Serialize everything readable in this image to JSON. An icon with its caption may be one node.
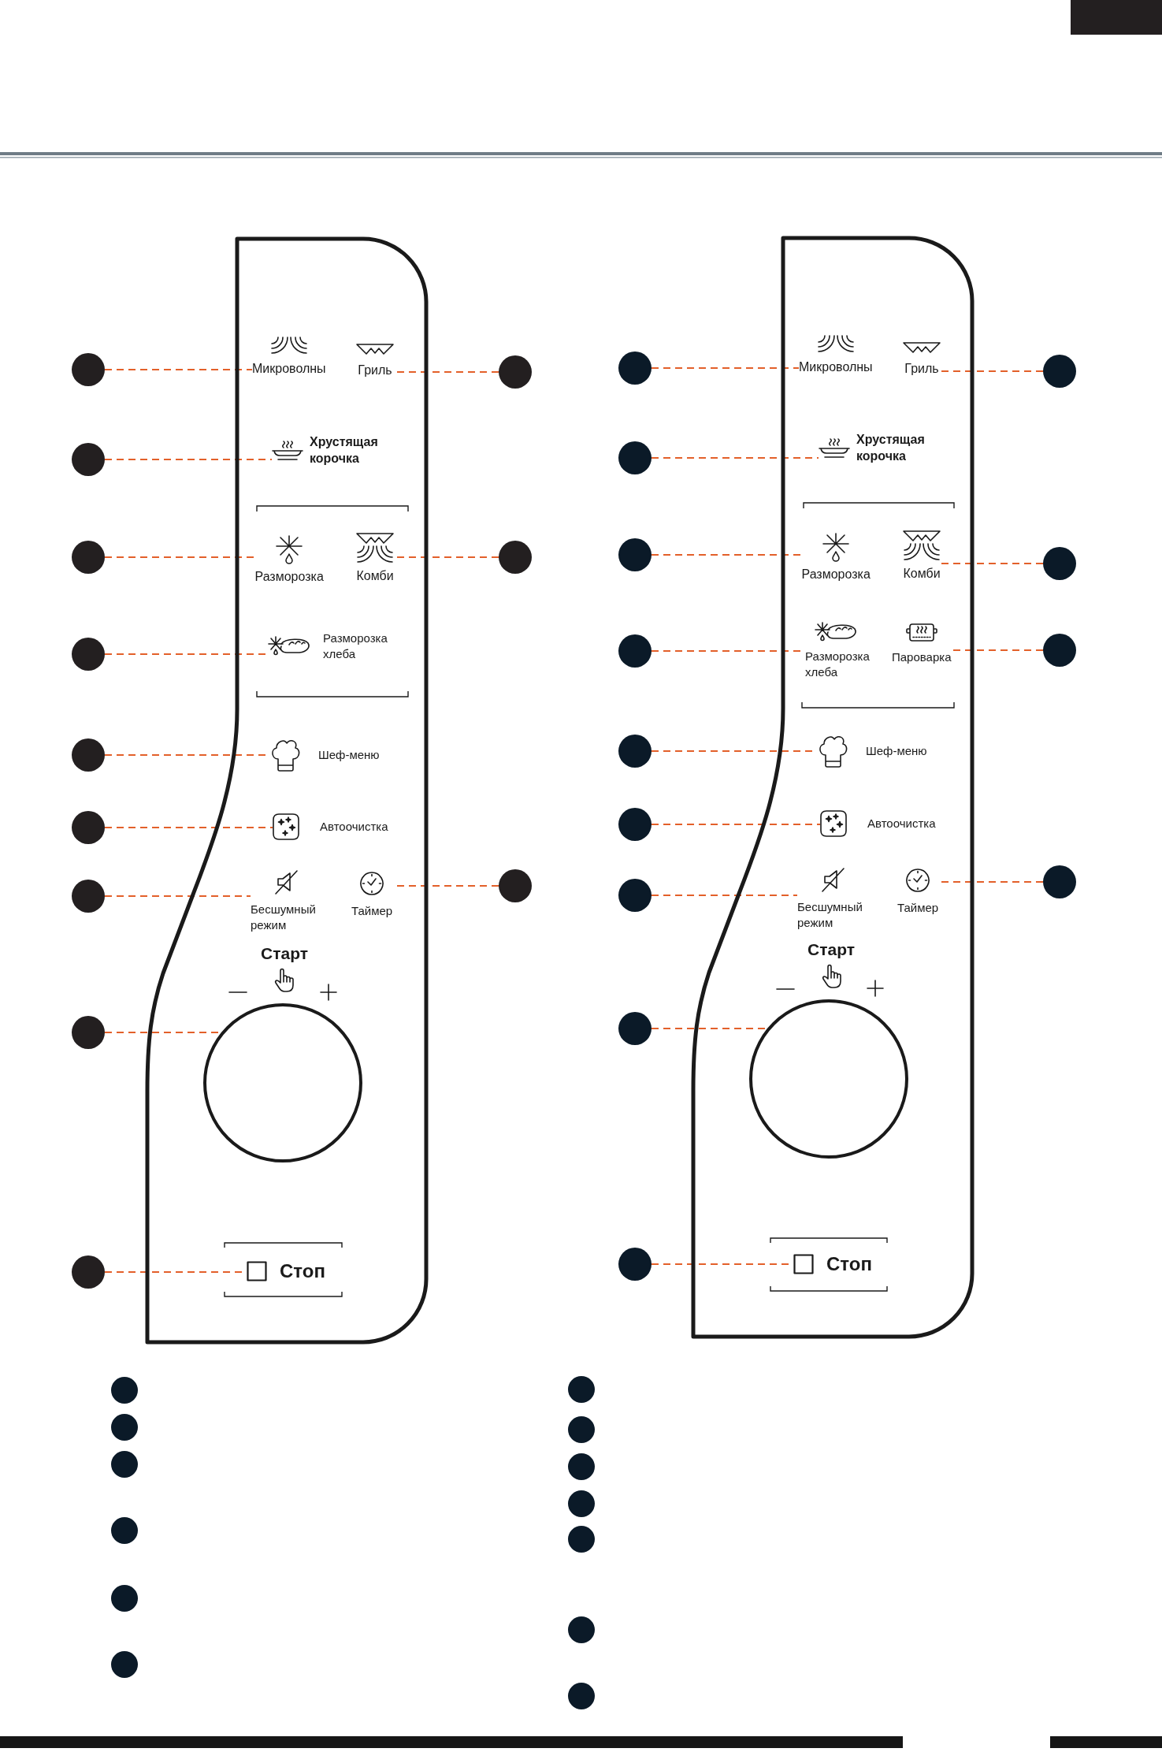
{
  "diagram": {
    "nodes": [
      {
        "text": [],
        "shape": "box"
      },
      {
        "text": [
          "Микроволны"
        ],
        "in": 0
      },
      {
        "text": [
          "Гриль"
        ],
        "in": 0
      },
      {
        "text": [
          "Хрустящая корочка"
        ],
        "in": 0
      },
      {
        "text": [
          "Разморозка"
        ],
        "in": 0
      },
      {
        "text": [
          "Комби"
        ],
        "in": 0
      },
      {
        "text": [
          "Разморозка хлеба"
        ],
        "in": 0
      },
      {
        "text": [
          "Шеф-меню"
        ],
        "in": 0
      },
      {
        "text": [
          "Автоочистка"
        ],
        "in": 0
      },
      {
        "text": [
          "Бесшумный режим"
        ],
        "in": 0
      },
      {
        "text": [
          "Таймер"
        ],
        "in": 0
      },
      {
        "text": [],
        "shape": "circle",
        "in": 0
      },
      {
        "text": [
          "Стоп"
        ],
        "in": 0
      },
      {
        "text": [],
        "shape": "circle"
      },
      {
        "text": [],
        "shape": "circle"
      },
      {
        "text": [],
        "shape": "circle"
      },
      {
        "text": [],
        "shape": "circle"
      },
      {
        "text": [],
        "shape": "circle"
      },
      {
        "text": [],
        "shape": "circle"
      },
      {
        "text": [],
        "shape": "circle"
      },
      {
        "text": [],
        "shape": "circle"
      },
      {
        "text": [],
        "shape": "circle"
      },
      {
        "text": [],
        "shape": "circle"
      },
      {
        "text": [],
        "shape": "circle"
      },
      {
        "text": [],
        "shape": "circle"
      },
      {
        "text": [],
        "shape": "box"
      },
      {
        "text": [
          "Микроволны"
        ],
        "in": 25
      },
      {
        "text": [
          "Гриль"
        ],
        "in": 25
      },
      {
        "text": [
          "Хрустящая корочка"
        ],
        "in": 25
      },
      {
        "text": [
          "Разморозка"
        ],
        "in": 25
      },
      {
        "text": [
          "Комби"
        ],
        "in": 25
      },
      {
        "text": [
          "Разморозка хлеба"
        ],
        "in": 25
      },
      {
        "text": [
          "Пароварка"
        ],
        "in": 25
      },
      {
        "text": [
          "Шеф-меню"
        ],
        "in": 25
      },
      {
        "text": [
          "Автоочистка"
        ],
        "in": 25
      },
      {
        "text": [
          "Бесшумный режим"
        ],
        "in": 25
      },
      {
        "text": [
          "Таймер"
        ],
        "in": 25
      },
      {
        "text": [],
        "shape": "circle",
        "in": 25
      },
      {
        "text": [
          "Стоп"
        ],
        "in": 25
      },
      {
        "text": [],
        "shape": "circle"
      },
      {
        "text": [],
        "shape": "circle"
      },
      {
        "text": [],
        "shape": "circle"
      },
      {
        "text": [],
        "shape": "circle"
      },
      {
        "text": [],
        "shape": "circle"
      },
      {
        "text": [],
        "shape": "circle"
      },
      {
        "text": [],
        "shape": "circle"
      },
      {
        "text": [],
        "shape": "circle"
      },
      {
        "text": [],
        "shape": "circle"
      },
      {
        "text": [],
        "shape": "circle"
      },
      {
        "text": [],
        "shape": "circle"
      },
      {
        "text": [],
        "shape": "circle"
      },
      {
        "text": [],
        "shape": "circle"
      },
      {
        "text": [],
        "shape": "circle"
      },
      {
        "text": [],
        "shape": "circle"
      },
      {
        "text": [],
        "shape": "circle"
      },
      {
        "text": [],
        "shape": "circle"
      },
      {
        "text": [],
        "shape": "circle"
      },
      {
        "text": [],
        "shape": "circle"
      },
      {
        "text": [],
        "shape": "circle"
      },
      {
        "text": [],
        "shape": "circle"
      },
      {
        "text": [],
        "shape": "circle"
      },
      {
        "text": [],
        "shape": "circle"
      },
      {
        "text": [],
        "shape": "circle"
      },
      {
        "text": [],
        "shape": "circle"
      },
      {
        "text": [],
        "shape": "circle"
      }
    ],
    "edges": [
      {
        "from": 13,
        "to": 1,
        "arrow": "none",
        "style": "dashed"
      },
      {
        "from": 14,
        "to": 2,
        "arrow": "none",
        "style": "dashed"
      },
      {
        "from": 15,
        "to": 3,
        "arrow": "none",
        "style": "dashed"
      },
      {
        "from": 16,
        "to": 4,
        "arrow": "none",
        "style": "dashed"
      },
      {
        "from": 17,
        "to": 5,
        "arrow": "none",
        "style": "dashed"
      },
      {
        "from": 18,
        "to": 6,
        "arrow": "none",
        "style": "dashed"
      },
      {
        "from": 19,
        "to": 7,
        "arrow": "none",
        "style": "dashed"
      },
      {
        "from": 20,
        "to": 8,
        "arrow": "none",
        "style": "dashed"
      },
      {
        "from": 21,
        "to": 9,
        "arrow": "none",
        "style": "dashed"
      },
      {
        "from": 22,
        "to": 10,
        "arrow": "none",
        "style": "dashed"
      },
      {
        "from": 23,
        "to": 11,
        "arrow": "none",
        "style": "dashed"
      },
      {
        "from": 24,
        "to": 12,
        "arrow": "none",
        "style": "dashed"
      },
      {
        "from": 39,
        "to": 26,
        "arrow": "none",
        "style": "dashed"
      },
      {
        "from": 40,
        "to": 27,
        "arrow": "none",
        "style": "dashed"
      },
      {
        "from": 41,
        "to": 28,
        "arrow": "none",
        "style": "dashed"
      },
      {
        "from": 42,
        "to": 29,
        "arrow": "none",
        "style": "dashed"
      },
      {
        "from": 43,
        "to": 30,
        "arrow": "none",
        "style": "dashed"
      },
      {
        "from": 44,
        "to": 31,
        "arrow": "none",
        "style": "dashed"
      },
      {
        "from": 45,
        "to": 32,
        "arrow": "none",
        "style": "dashed"
      },
      {
        "from": 46,
        "to": 33,
        "arrow": "none",
        "style": "dashed"
      },
      {
        "from": 47,
        "to": 34,
        "arrow": "none",
        "style": "dashed"
      },
      {
        "from": 48,
        "to": 35,
        "arrow": "none",
        "style": "dashed"
      },
      {
        "from": 49,
        "to": 36,
        "arrow": "none",
        "style": "dashed"
      },
      {
        "from": 50,
        "to": 37,
        "arrow": "none",
        "style": "dashed"
      },
      {
        "from": 51,
        "to": 38,
        "arrow": "none",
        "style": "dashed"
      }
    ],
    "labels": [
      "Старт",
      "Старт"
    ]
  }
}
